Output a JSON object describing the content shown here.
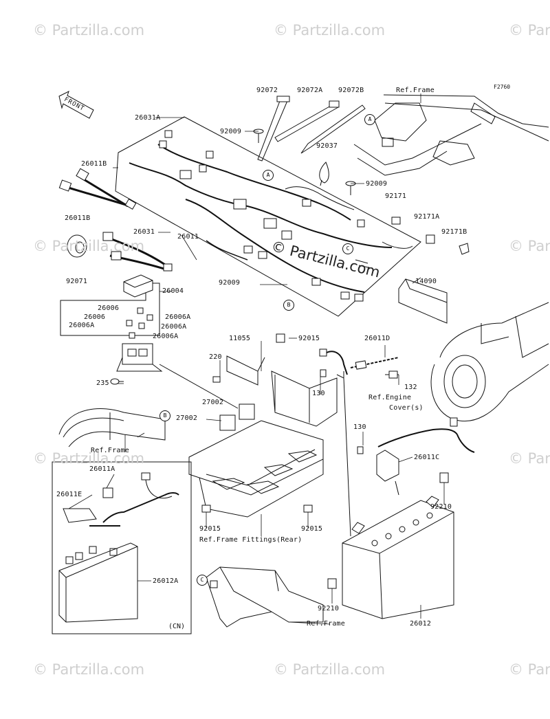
{
  "figure_code": "F2760",
  "front_label": "FRONT",
  "watermark_text": "© Partzilla.com",
  "watermark_center": "© Partzilla.com",
  "inset_label": "(CN)",
  "callouts": [
    "A",
    "B",
    "C"
  ],
  "labels": [
    "92072",
    "92072A",
    "92072B",
    "Ref.Frame",
    "26031A",
    "92009",
    "92037",
    "26011B",
    "26011B",
    "92009",
    "92171",
    "92171A",
    "92171B",
    "26011",
    "26031",
    "92071",
    "14090",
    "92009",
    "26004",
    "26006",
    "26006",
    "26006A",
    "26006A",
    "26006A",
    "26006A",
    "11055",
    "92015",
    "26011D",
    "220",
    "130",
    "132",
    "Ref.Engine",
    "Cover(s)",
    "235",
    "27002",
    "27002",
    "Ref.Frame",
    "130",
    "26011C",
    "26011A",
    "26011E",
    "92210",
    "26012A",
    "92015",
    "92015",
    "Ref.Frame Fittings(Rear)",
    "92210",
    "Ref.Frame",
    "26012"
  ],
  "colors": {
    "line": "#111111",
    "watermark": "#cfcfcf"
  }
}
